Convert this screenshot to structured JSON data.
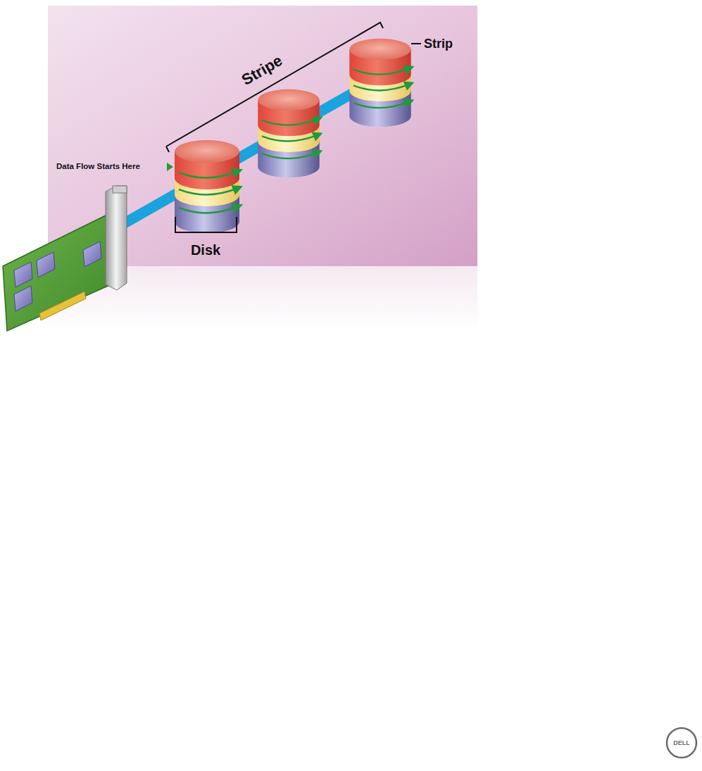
{
  "diagram": {
    "labels": [
      "Stripe",
      "Strip",
      "Data Flow Starts Here",
      "Disk",
      "DELL"
    ]
  }
}
